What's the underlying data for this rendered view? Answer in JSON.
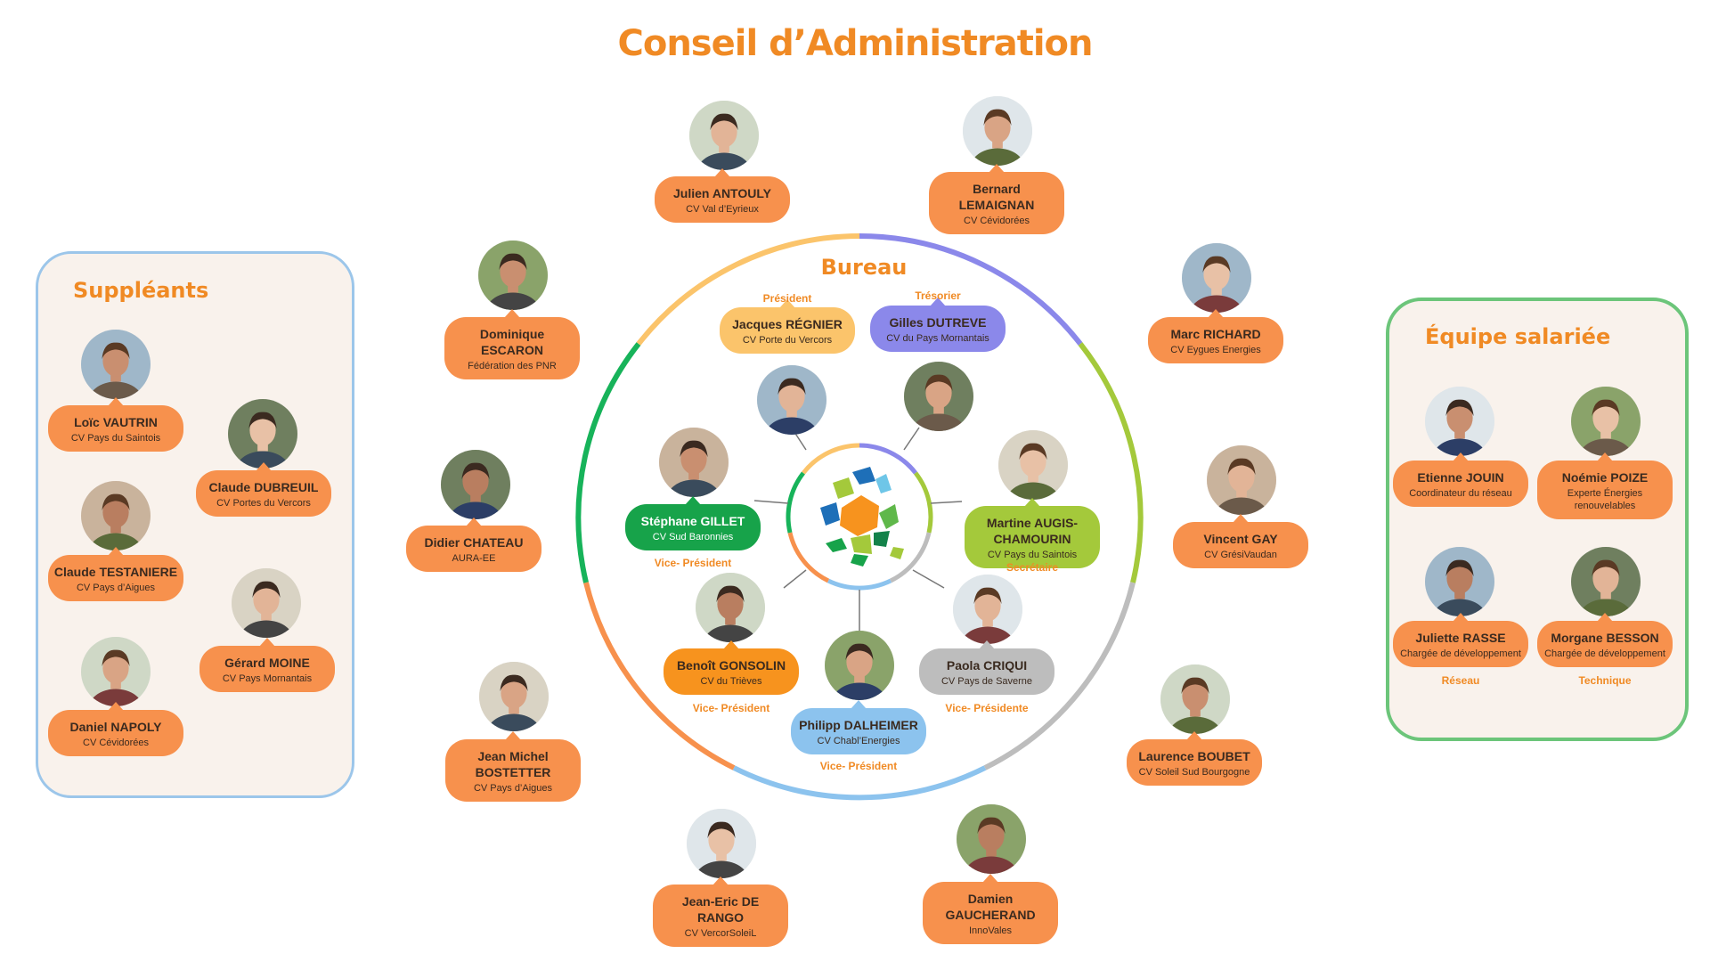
{
  "title": "Conseil d’Administration",
  "bureau_title": "Bureau",
  "suppleants_title": "Suppléants",
  "equipe_title": "Équipe salariée",
  "colors": {
    "orange": "#f7914d",
    "title_orange": "#f08a24",
    "light_orange": "#fbc46b",
    "purple": "#8b88ea",
    "green": "#5fb84a",
    "lime": "#a4c93b",
    "grey": "#bdbdbd",
    "blue": "#8cc3ee",
    "panel_blue_border": "#9cc6ea",
    "panel_green_border": "#6cc57a",
    "panel_bg": "#f9f2ec"
  },
  "board": [
    {
      "name": "Julien ANTOULY",
      "org": "CV Val d’Eyrieux",
      "icon": "person-photo"
    },
    {
      "name": "Bernard LEMAIGNAN",
      "org": "CV Cévidorées",
      "icon": "person-photo"
    },
    {
      "name": "Dominique ESCARON",
      "org": "Fédération des PNR",
      "icon": "person-photo"
    },
    {
      "name": "Marc RICHARD",
      "org": "CV Eygues Energies",
      "icon": "person-photo"
    },
    {
      "name": "Didier CHATEAU",
      "org": "AURA-EE",
      "icon": "person-photo"
    },
    {
      "name": "Vincent GAY",
      "org": "CV GrésiVaudan",
      "icon": "person-photo"
    },
    {
      "name": "Jean Michel BOSTETTER",
      "org": "CV Pays d’Aigues",
      "icon": "person-photo"
    },
    {
      "name": "Laurence BOUBET",
      "org": "CV Soleil Sud Bourgogne",
      "icon": "person-photo"
    },
    {
      "name": "Jean-Eric DE RANGO",
      "org": "CV VercorSoleiL",
      "icon": "person-photo"
    },
    {
      "name": "Damien GAUCHERAND",
      "org": "InnoVales",
      "icon": "person-photo"
    }
  ],
  "bureau": [
    {
      "name": "Jacques RÉGNIER",
      "org": "CV Porte du Vercors",
      "role": "Président"
    },
    {
      "name": "Gilles DUTREVE",
      "org": "CV du Pays Mornantais",
      "role": "Trésorier"
    },
    {
      "name": "Stéphane GILLET",
      "org": "CV Sud Baronnies",
      "role": "Vice- Président"
    },
    {
      "name": "Martine AUGIS-CHAMOURIN",
      "org": "CV Pays du Saintois",
      "role": "Secrétaire"
    },
    {
      "name": "Benoît GONSOLIN",
      "org": "CV du Trièves",
      "role": "Vice- Président"
    },
    {
      "name": "Paola CRIQUI",
      "org": "CV Pays de Saverne",
      "role": "Vice- Présidente"
    },
    {
      "name": "Philipp DALHEIMER",
      "org": "CV Chabl’Energies",
      "role": "Vice- Président"
    }
  ],
  "suppleants": [
    {
      "name": "Loïc VAUTRIN",
      "org": "CV Pays du Saintois"
    },
    {
      "name": "Claude DUBREUIL",
      "org": "CV Portes du Vercors"
    },
    {
      "name": "Claude TESTANIERE",
      "org": "CV Pays d’Aigues"
    },
    {
      "name": "Gérard MOINE",
      "org": "CV Pays Mornantais"
    },
    {
      "name": "Daniel NAPOLY",
      "org": "CV Cévidorées"
    }
  ],
  "equipe": [
    {
      "name": "Etienne JOUIN",
      "org": "Coordinateur du réseau",
      "role": ""
    },
    {
      "name": "Noémie POIZE",
      "org": "Experte Énergies renouvelables",
      "role": ""
    },
    {
      "name": "Juliette RASSE",
      "org": "Chargée de développement",
      "role": "Réseau"
    },
    {
      "name": "Morgane BESSON",
      "org": "Chargée de développement",
      "role": "Technique"
    }
  ]
}
